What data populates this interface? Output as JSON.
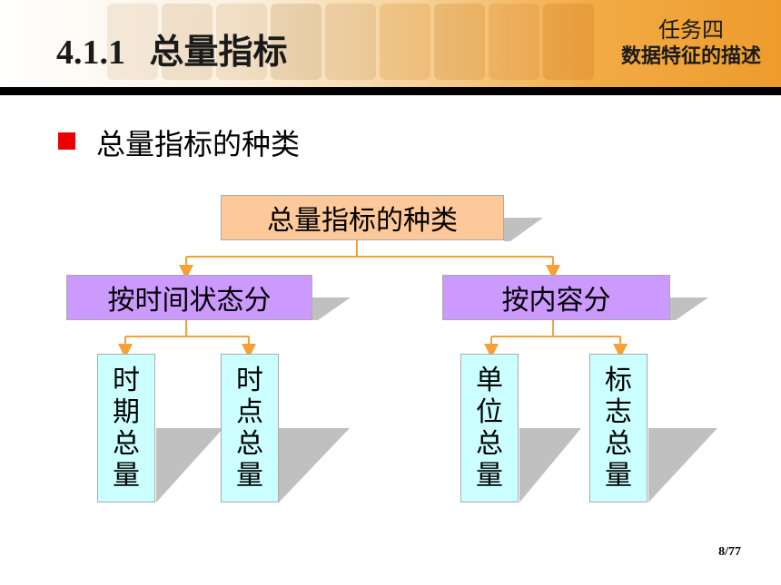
{
  "header": {
    "section_number": "4.1.1",
    "section_title": "总量指标",
    "task_label": "任务四",
    "task_title": "数据特征的描述"
  },
  "bullet": {
    "text": "总量指标的种类"
  },
  "diagram": {
    "root": "总量指标的种类",
    "branches": [
      {
        "label": "按时间状态分",
        "leaves": [
          "时期总量",
          "时点总量"
        ]
      },
      {
        "label": "按内容分",
        "leaves": [
          "单位总量",
          "标志总量"
        ]
      }
    ]
  },
  "footer": {
    "page": "8/77"
  },
  "colors": {
    "root_fill": "#fdc89a",
    "branch_fill": "#cc99ff",
    "leaf_fill": "#ccffff",
    "connector": "#f7a035",
    "shadow": "#c0c0c0",
    "bullet": "#ee0000"
  }
}
